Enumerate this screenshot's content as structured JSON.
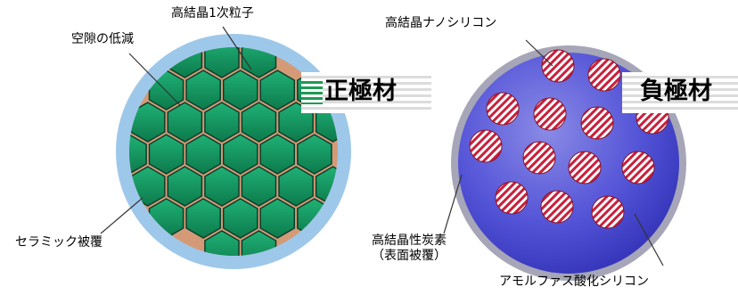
{
  "cathode": {
    "badge_label": "正極材",
    "callouts": {
      "primary_particles": "高結晶1次粒子",
      "void_reduction": "空隙の低減",
      "ceramic_coating": "セラミック被覆"
    }
  },
  "anode": {
    "badge_label": "負極材",
    "callouts": {
      "nano_silicon": "高結晶ナノシリコン",
      "carbon_line1": "高結晶性炭素",
      "carbon_line2": "（表面被覆）",
      "amorphous_silicon": "アモルファス酸化シリコン"
    }
  },
  "colors": {
    "hex_fill": "#149a63",
    "hex_edge": "#0c3e2a",
    "void_fill": "#d49a77",
    "cathode_halo": "#9ec8ea",
    "anode_fill": "#3f3fc8",
    "anode_rim": "#a6a6b8",
    "stripe_red": "#c8203c"
  },
  "icons": {
    "green_bars": "striped-bars-icon"
  }
}
